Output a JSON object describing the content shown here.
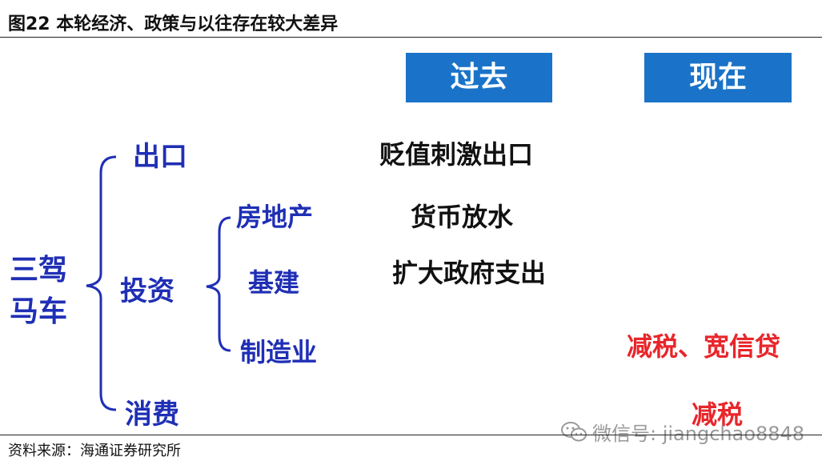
{
  "title": "图22 本轮经济、政策与以往存在较大差异",
  "headers": {
    "past": "过去",
    "now": "现在"
  },
  "tree": {
    "root_line1": "三驾",
    "root_line2": "马车",
    "export": "出口",
    "investment": "投资",
    "consumption": "消费",
    "investment_children": {
      "real_estate": "房地产",
      "infrastructure": "基建",
      "manufacturing": "制造业"
    }
  },
  "past": {
    "export": "贬值刺激出口",
    "real_estate": "货币放水",
    "infrastructure": "扩大政府支出"
  },
  "now": {
    "manufacturing": "减税、宽信贷",
    "consumption": "减税"
  },
  "source": "资料来源：海通证券研究所",
  "watermark": "微信号: jiangchao8848",
  "colors": {
    "header_bg": "#1a73c8",
    "tree_text": "#1f2fb5",
    "now_text": "#e8262b"
  }
}
